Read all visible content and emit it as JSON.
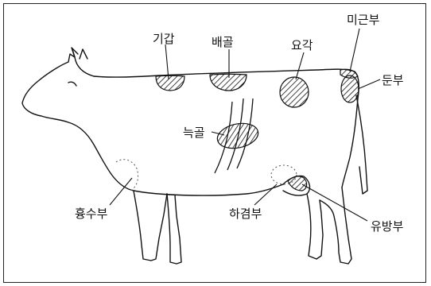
{
  "labels": {
    "gigap": "기갑",
    "baegol": "배골",
    "yogak": "요각",
    "migeunbu": "미근부",
    "dunbu": "둔부",
    "neukgol": "늑골",
    "hyungsubu": "흉수부",
    "hagyeombu": "하겸부",
    "yubangbu": "유방부"
  },
  "colors": {
    "line": "#111111",
    "border": "#222222",
    "background": "#ffffff"
  }
}
